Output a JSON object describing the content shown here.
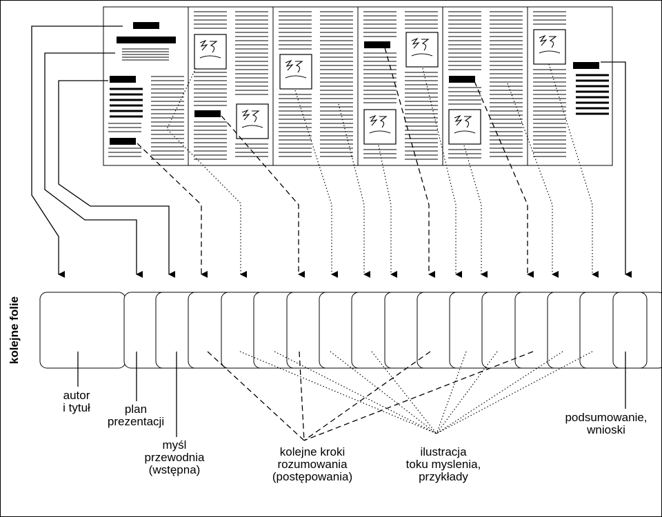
{
  "vertical_label": "kolejne folie",
  "labels": {
    "autor": [
      "autor",
      "i tytuł"
    ],
    "plan": [
      "plan",
      "prezentacji"
    ],
    "mysl": [
      "myśl",
      "przewodnia",
      "(wstępna)"
    ],
    "kroki": [
      "kolejne kroki",
      "rozumowania",
      "(postępowania)"
    ],
    "ilustracja": [
      "ilustracja",
      "toku myslenia,",
      "przykłady"
    ],
    "podsumowanie": [
      "podsumowanie,",
      "wnioski"
    ]
  },
  "document_pages": 6,
  "slides": 17
}
